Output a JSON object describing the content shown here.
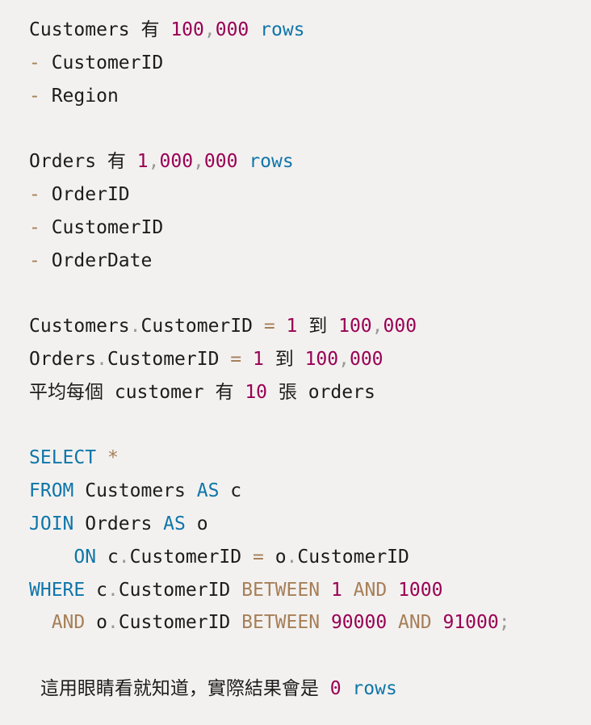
{
  "theme": {
    "background": "#f3f1ef",
    "text": "#1c1c1c",
    "number": "#990055",
    "keyword": "#0f76aa",
    "operator": "#a67f59",
    "punctuation": "#999999"
  },
  "lines": [
    [
      {
        "t": "Customers 有 ",
        "c": "t"
      },
      {
        "t": "100",
        "c": "n"
      },
      {
        "t": ",",
        "c": "p"
      },
      {
        "t": "000",
        "c": "n"
      },
      {
        "t": " ",
        "c": "t"
      },
      {
        "t": "rows",
        "c": "kw"
      }
    ],
    [
      {
        "t": "-",
        "c": "op"
      },
      {
        "t": " CustomerID",
        "c": "t"
      }
    ],
    [
      {
        "t": "-",
        "c": "op"
      },
      {
        "t": " Region",
        "c": "t"
      }
    ],
    [],
    [
      {
        "t": "Orders 有 ",
        "c": "t"
      },
      {
        "t": "1",
        "c": "n"
      },
      {
        "t": ",",
        "c": "p"
      },
      {
        "t": "000",
        "c": "n"
      },
      {
        "t": ",",
        "c": "p"
      },
      {
        "t": "000",
        "c": "n"
      },
      {
        "t": " ",
        "c": "t"
      },
      {
        "t": "rows",
        "c": "kw"
      }
    ],
    [
      {
        "t": "-",
        "c": "op"
      },
      {
        "t": " OrderID",
        "c": "t"
      }
    ],
    [
      {
        "t": "-",
        "c": "op"
      },
      {
        "t": " CustomerID",
        "c": "t"
      }
    ],
    [
      {
        "t": "-",
        "c": "op"
      },
      {
        "t": " OrderDate",
        "c": "t"
      }
    ],
    [],
    [
      {
        "t": "Customers",
        "c": "t"
      },
      {
        "t": ".",
        "c": "p"
      },
      {
        "t": "CustomerID ",
        "c": "t"
      },
      {
        "t": "=",
        "c": "op"
      },
      {
        "t": " ",
        "c": "t"
      },
      {
        "t": "1",
        "c": "n"
      },
      {
        "t": " 到 ",
        "c": "t"
      },
      {
        "t": "100",
        "c": "n"
      },
      {
        "t": ",",
        "c": "p"
      },
      {
        "t": "000",
        "c": "n"
      }
    ],
    [
      {
        "t": "Orders",
        "c": "t"
      },
      {
        "t": ".",
        "c": "p"
      },
      {
        "t": "CustomerID ",
        "c": "t"
      },
      {
        "t": "=",
        "c": "op"
      },
      {
        "t": " ",
        "c": "t"
      },
      {
        "t": "1",
        "c": "n"
      },
      {
        "t": " 到 ",
        "c": "t"
      },
      {
        "t": "100",
        "c": "n"
      },
      {
        "t": ",",
        "c": "p"
      },
      {
        "t": "000",
        "c": "n"
      }
    ],
    [
      {
        "t": "平均每個 customer 有 ",
        "c": "t"
      },
      {
        "t": "10",
        "c": "n"
      },
      {
        "t": " 張 orders",
        "c": "t"
      }
    ],
    [],
    [
      {
        "t": "SELECT",
        "c": "kw"
      },
      {
        "t": " ",
        "c": "t"
      },
      {
        "t": "*",
        "c": "op"
      }
    ],
    [
      {
        "t": "FROM",
        "c": "kw"
      },
      {
        "t": " Customers ",
        "c": "t"
      },
      {
        "t": "AS",
        "c": "kw"
      },
      {
        "t": " c",
        "c": "t"
      }
    ],
    [
      {
        "t": "JOIN",
        "c": "kw"
      },
      {
        "t": " Orders ",
        "c": "t"
      },
      {
        "t": "AS",
        "c": "kw"
      },
      {
        "t": " o",
        "c": "t"
      }
    ],
    [
      {
        "t": "    ",
        "c": "t"
      },
      {
        "t": "ON",
        "c": "kw"
      },
      {
        "t": " c",
        "c": "t"
      },
      {
        "t": ".",
        "c": "p"
      },
      {
        "t": "CustomerID ",
        "c": "t"
      },
      {
        "t": "=",
        "c": "op"
      },
      {
        "t": " o",
        "c": "t"
      },
      {
        "t": ".",
        "c": "p"
      },
      {
        "t": "CustomerID",
        "c": "t"
      }
    ],
    [
      {
        "t": "WHERE",
        "c": "kw"
      },
      {
        "t": " c",
        "c": "t"
      },
      {
        "t": ".",
        "c": "p"
      },
      {
        "t": "CustomerID ",
        "c": "t"
      },
      {
        "t": "BETWEEN",
        "c": "op"
      },
      {
        "t": " ",
        "c": "t"
      },
      {
        "t": "1",
        "c": "n"
      },
      {
        "t": " ",
        "c": "t"
      },
      {
        "t": "AND",
        "c": "op"
      },
      {
        "t": " ",
        "c": "t"
      },
      {
        "t": "1000",
        "c": "n"
      }
    ],
    [
      {
        "t": "  ",
        "c": "t"
      },
      {
        "t": "AND",
        "c": "op"
      },
      {
        "t": " o",
        "c": "t"
      },
      {
        "t": ".",
        "c": "p"
      },
      {
        "t": "CustomerID ",
        "c": "t"
      },
      {
        "t": "BETWEEN",
        "c": "op"
      },
      {
        "t": " ",
        "c": "t"
      },
      {
        "t": "90000",
        "c": "n"
      },
      {
        "t": " ",
        "c": "t"
      },
      {
        "t": "AND",
        "c": "op"
      },
      {
        "t": " ",
        "c": "t"
      },
      {
        "t": "91000",
        "c": "n"
      },
      {
        "t": ";",
        "c": "p"
      }
    ],
    [],
    [
      {
        "t": " 這用眼睛看就知道，實際結果會是 ",
        "c": "note"
      },
      {
        "t": "0",
        "c": "n"
      },
      {
        "t": " ",
        "c": "t"
      },
      {
        "t": "rows",
        "c": "kw"
      }
    ]
  ]
}
